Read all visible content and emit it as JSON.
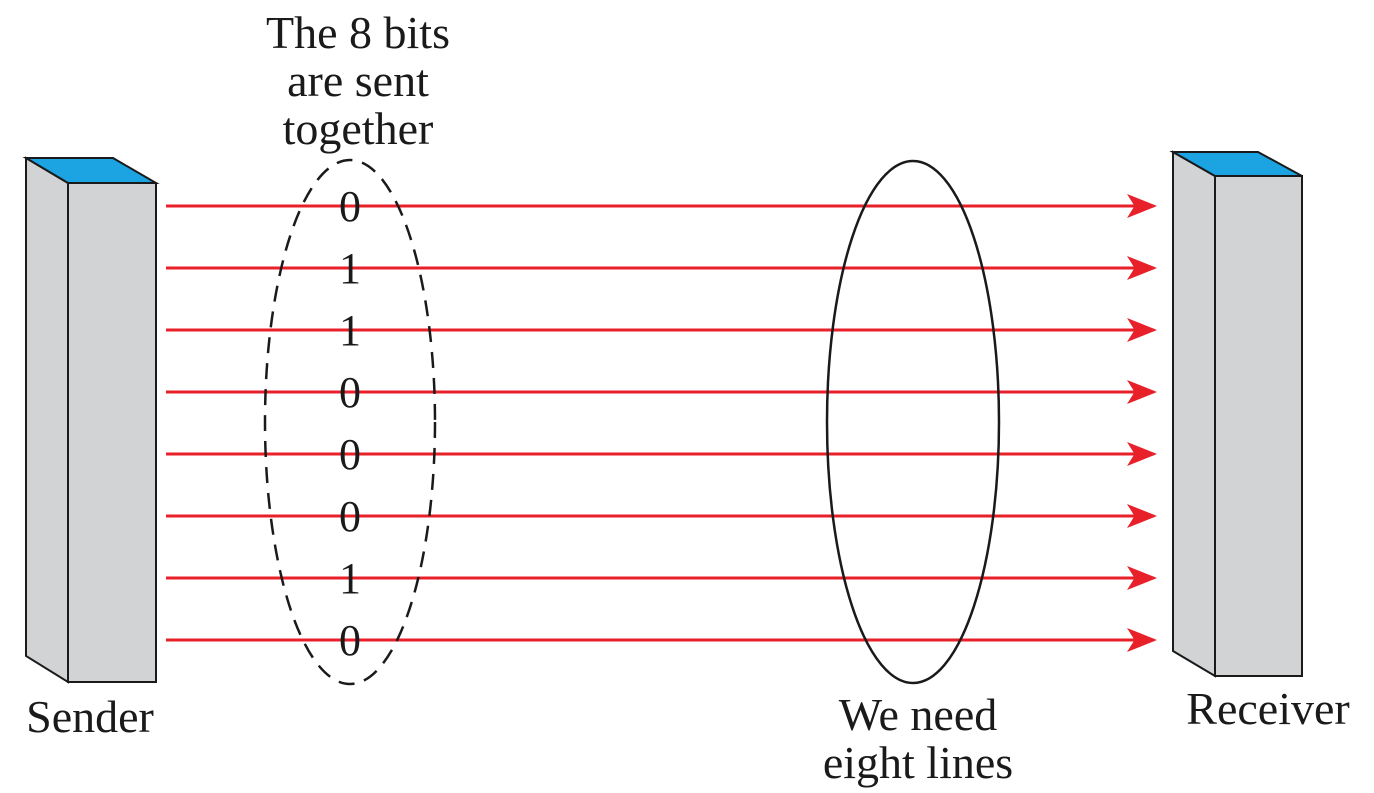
{
  "title_lines": [
    "The 8 bits",
    "are sent",
    "together"
  ],
  "sender_label": "Sender",
  "receiver_label": "Receiver",
  "lines_note_lines": [
    "We need",
    "eight lines"
  ],
  "bits": [
    "0",
    "1",
    "1",
    "0",
    "0",
    "0",
    "1",
    "0"
  ],
  "colors": {
    "line": "#e8202a",
    "device_face": "#d1d3d4",
    "device_top": "#1ba3e2",
    "outline": "#1a1a1a"
  }
}
